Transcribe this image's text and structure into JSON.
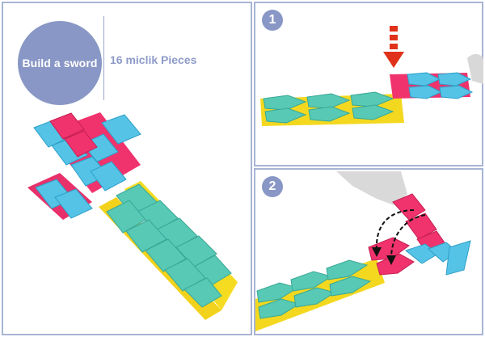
{
  "title": {
    "label": "Build a sword",
    "pieces_text": "16 miclik Pieces"
  },
  "steps": [
    {
      "number": "1"
    },
    {
      "number": "2"
    }
  ],
  "colors": {
    "accent": "#8897c5",
    "pink": "#f0336d",
    "blue": "#4cc3e6",
    "teal": "#4fc6b4",
    "yellow": "#f7df1e",
    "arrow": "#e0321a"
  },
  "icons": {
    "down_arrow": "red-down-arrow-icon",
    "curved_arrows": "curved-dashed-arrows-icon"
  }
}
